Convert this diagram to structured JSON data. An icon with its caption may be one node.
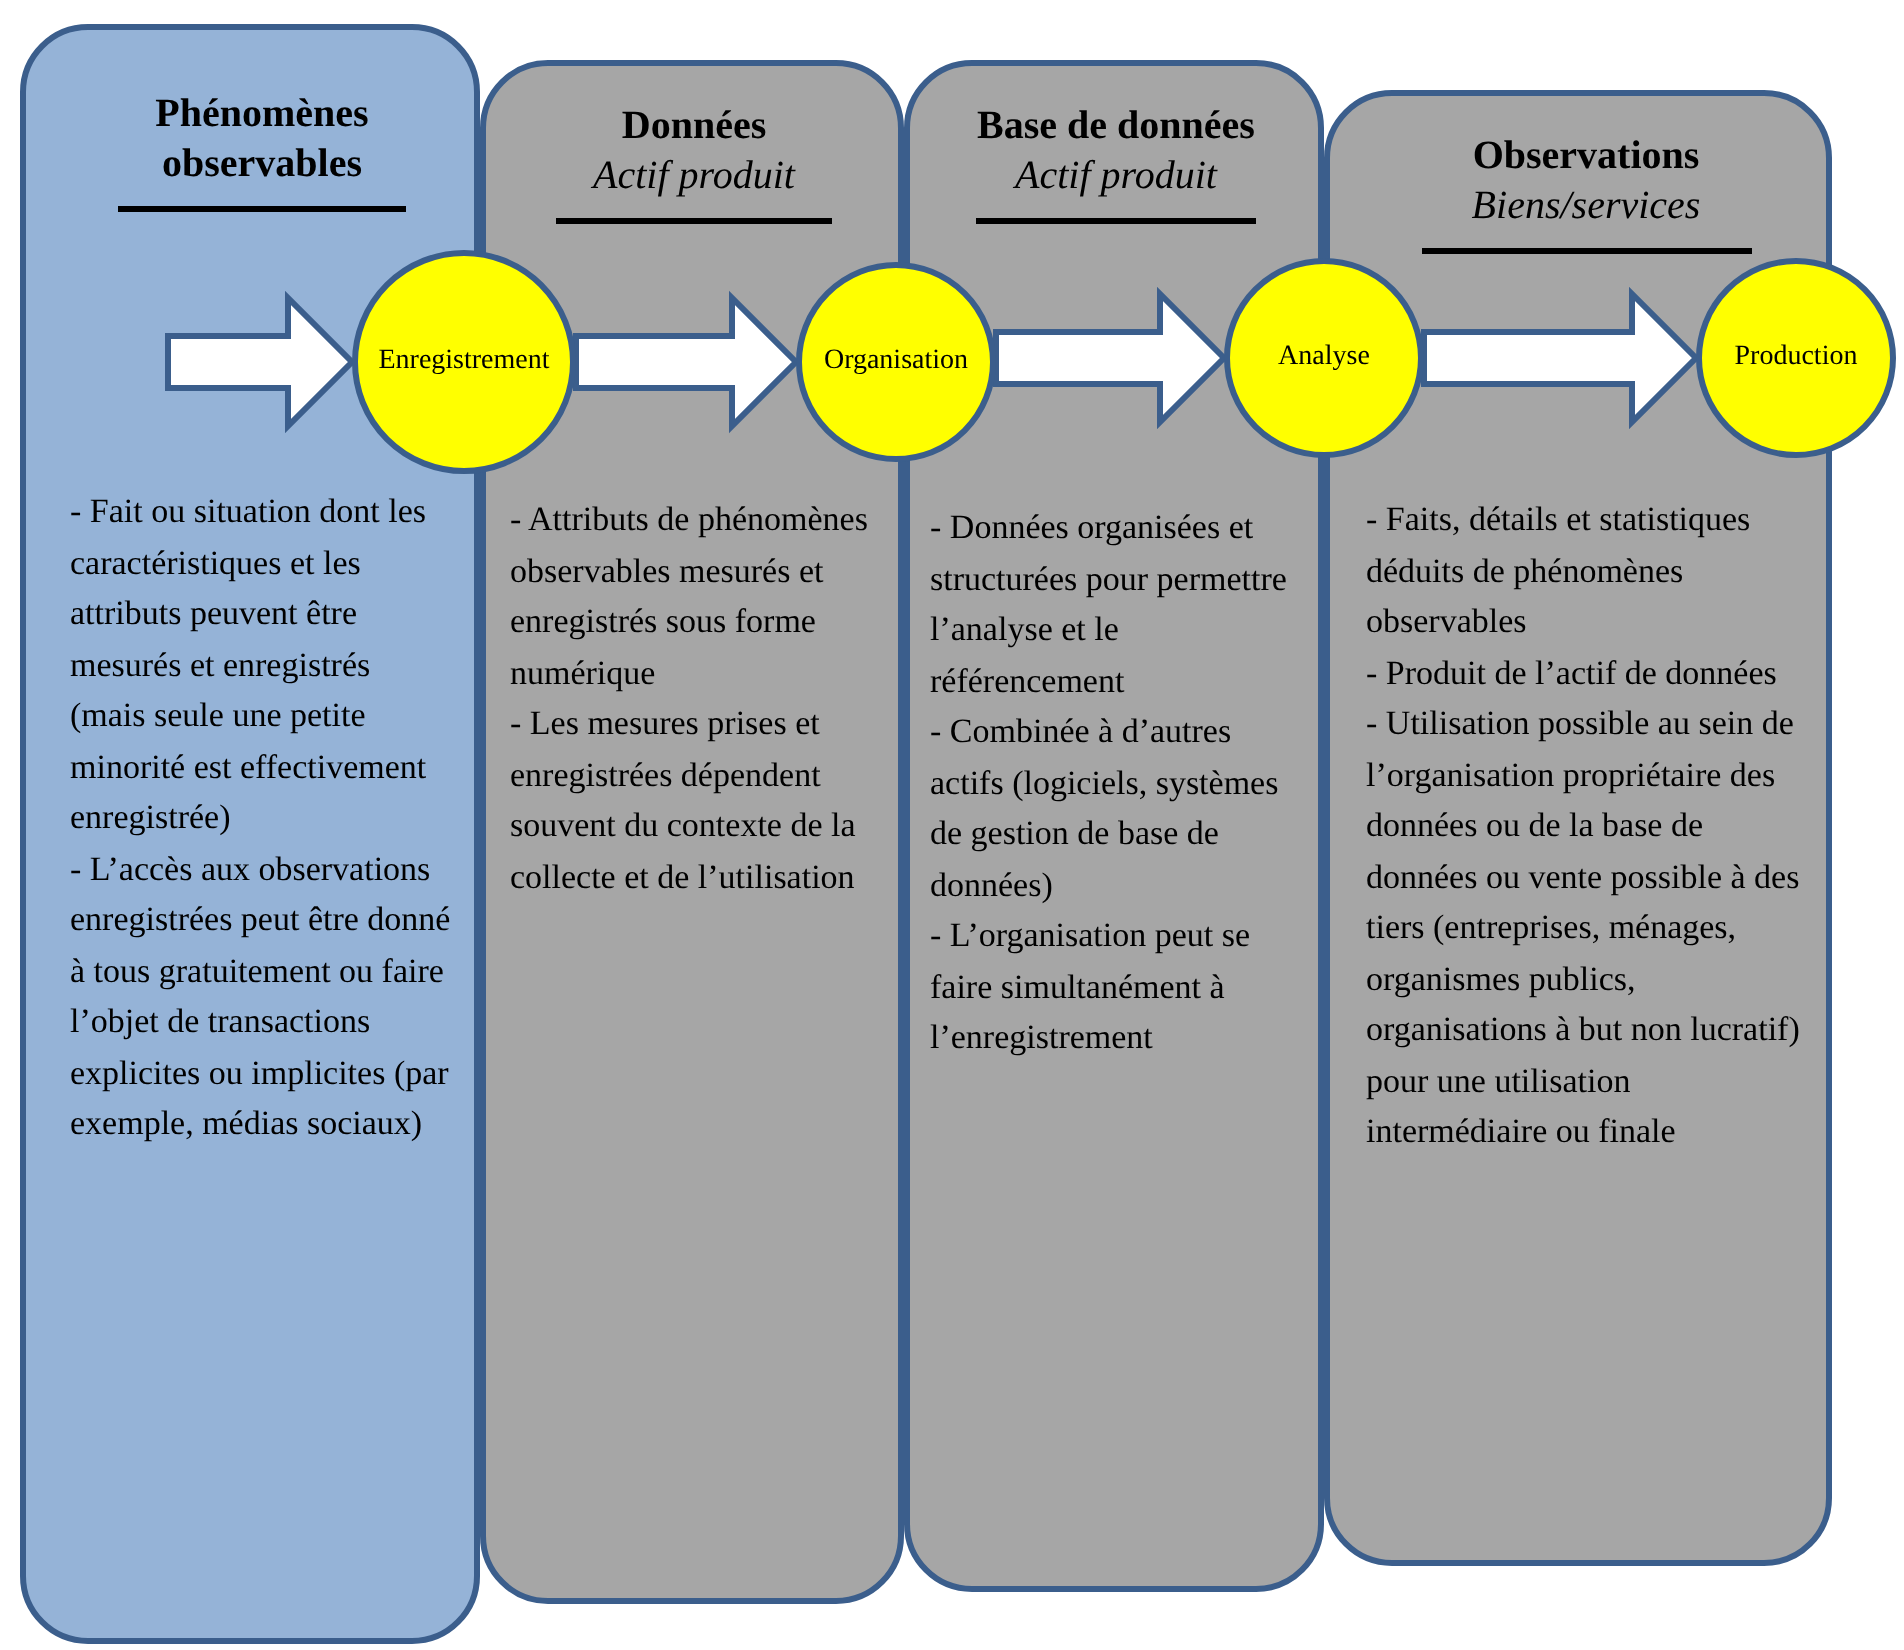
{
  "diagram": {
    "nodes": [
      {
        "text": [
          "Phénomènes observables",
          "- Fait ou situation dont les caractéristiques et les attributs peuvent être mesurés et enregistrés (mais seule une petite minorité est effectivement enregistrée)",
          "- L’accès aux observations enregistrées peut être donné à tous gratuitement ou faire l’objet de transactions explicites ou implicites (par exemple, médias sociaux)"
        ]
      },
      {
        "text": [
          "Données",
          "Actif produit",
          "- Attributs de phénomènes observables mesurés et enregistrés sous forme numérique",
          "- Les mesures prises et enregistrées dépendent souvent du contexte de la collecte et de l’utilisation"
        ]
      },
      {
        "text": [
          "Base de données",
          "Actif produit",
          "- Données organisées et structurées pour permettre l’analyse et le référencement",
          "- Combinée à d’autres actifs (logiciels, systèmes de gestion de base de données)",
          "- L’organisation peut se faire simultanément à l’enregistrement"
        ]
      },
      {
        "text": [
          "Observations",
          "Biens/services",
          "- Faits, détails et statistiques déduits de phénomènes observables",
          "- Produit de l’actif de données",
          "- Utilisation possible au sein de l’organisation propriétaire des données ou de la base de données ou vente possible à des tiers (entreprises, ménages, organismes publics, organisations à but non lucratif) pour une utilisation intermédiaire ou finale"
        ]
      },
      {
        "text": [
          "Enregistrement"
        ]
      },
      {
        "text": [
          "Organisation"
        ]
      },
      {
        "text": [
          "Analyse"
        ]
      },
      {
        "text": [
          "Production"
        ]
      }
    ],
    "edges": [
      {
        "from": null,
        "to": 4,
        "arrow": "to"
      },
      {
        "from": 4,
        "to": 5,
        "arrow": "to"
      },
      {
        "from": 5,
        "to": 6,
        "arrow": "to"
      },
      {
        "from": 6,
        "to": 7,
        "arrow": "to"
      }
    ]
  }
}
